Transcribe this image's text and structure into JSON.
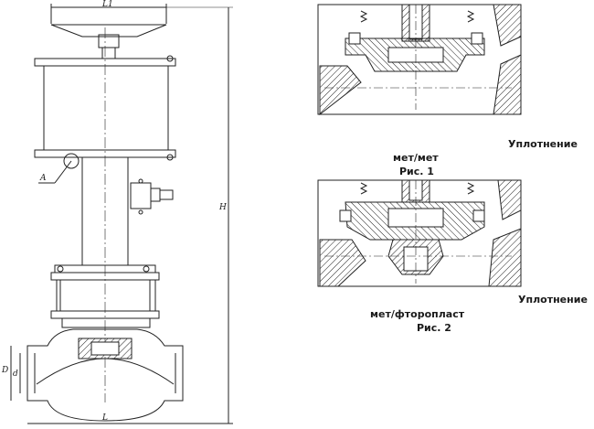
{
  "dimensions": {
    "top_width": "L1",
    "height": "H",
    "length": "L",
    "dn": "D",
    "d": "d",
    "view_a": "A"
  },
  "figure1": {
    "caption_seal": "Уплотнение",
    "caption_type": "мет/мет",
    "caption_fig": "Рис. 1"
  },
  "figure2": {
    "caption_seal": "Уплотнение",
    "caption_type": "мет/фторопласт",
    "caption_fig": "Рис. 2"
  }
}
